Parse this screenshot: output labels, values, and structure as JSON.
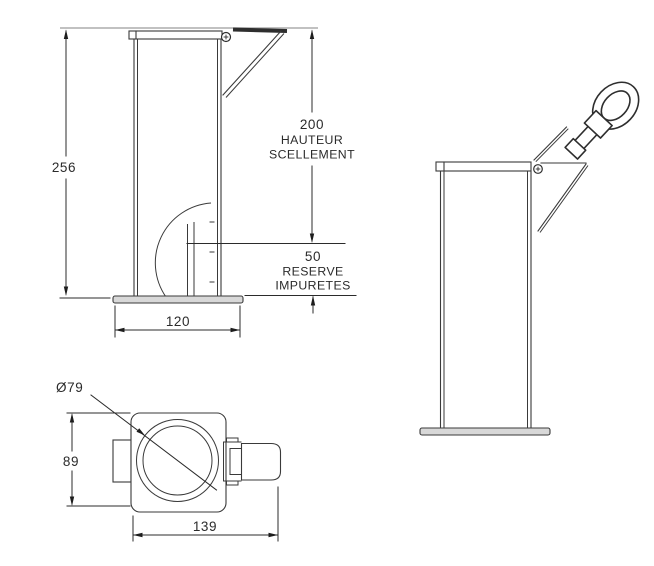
{
  "drawing": {
    "front_view": {
      "overall_height": "256",
      "seal_height": "200",
      "seal_label_1": "HAUTEUR",
      "seal_label_2": "SCELLEMENT",
      "reserve_height": "50",
      "reserve_label_1": "RESERVE",
      "reserve_label_2": "IMPURETES",
      "base_width": "120"
    },
    "top_view": {
      "diameter": "Ø79",
      "depth": "89",
      "width": "139"
    },
    "colors": {
      "line": "#3a3a3a",
      "dimension": "#2b2b2b",
      "extension_gray": "#9c9c9c",
      "plate_fill": "#d8d8d8",
      "background": "#ffffff"
    }
  }
}
